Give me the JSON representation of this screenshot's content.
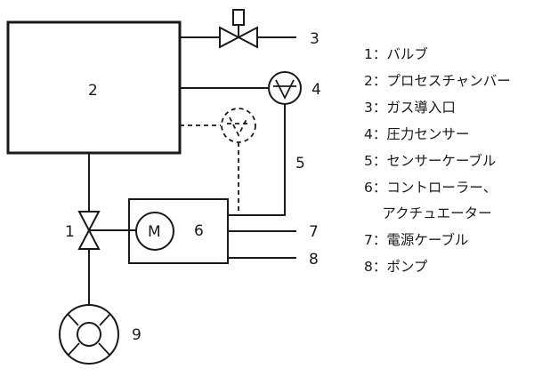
{
  "diagram": {
    "labels": {
      "n1": "1",
      "n2": "2",
      "n3": "3",
      "n4": "4",
      "n5": "5",
      "n6": "6",
      "n7": "7",
      "n8": "8",
      "n9": "9",
      "motor": "M"
    }
  },
  "legend": [
    "1：バルブ",
    "2：プロセスチャンバー",
    "3：ガス導入口",
    "4：圧力センサー",
    "5：センサーケーブル",
    "6：コントローラー、",
    "　  アクチュエーター",
    "7：電源ケーブル",
    "8：ポンプ"
  ]
}
